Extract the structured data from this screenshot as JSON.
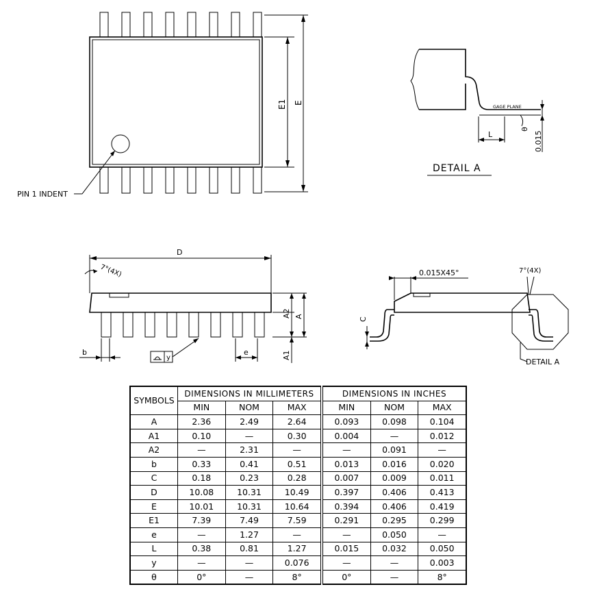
{
  "labels": {
    "pin1_indent": "PIN 1 INDENT",
    "e1": "E1",
    "e": "E",
    "detail_a": "DETAIL  A",
    "gage_plane": "GAGE PLANE",
    "l": "L",
    "theta": "θ",
    "dim_0015": "0.015",
    "d": "D",
    "angle_4x": "7°(4X)",
    "a2": "A2",
    "a": "A",
    "a1": "A1",
    "b": "b",
    "e_pitch": "e",
    "y": "y",
    "chamfer": "0.015X45°",
    "c": "C",
    "detail_a_ref": "DETAIL  A"
  },
  "table": {
    "symbols_header": "SYMBOLS",
    "mm_header": "DIMENSIONS  IN  MILLIMETERS",
    "in_header": "DIMENSIONS  IN  INCHES",
    "sub_headers": [
      "MIN",
      "NOM",
      "MAX",
      "MIN",
      "NOM",
      "MAX"
    ],
    "rows": [
      {
        "sym": "A",
        "vals": [
          "2.36",
          "2.49",
          "2.64",
          "0.093",
          "0.098",
          "0.104"
        ]
      },
      {
        "sym": "A1",
        "vals": [
          "0.10",
          "—",
          "0.30",
          "0.004",
          "—",
          "0.012"
        ]
      },
      {
        "sym": "A2",
        "vals": [
          "—",
          "2.31",
          "—",
          "—",
          "0.091",
          "—"
        ]
      },
      {
        "sym": "b",
        "vals": [
          "0.33",
          "0.41",
          "0.51",
          "0.013",
          "0.016",
          "0.020"
        ]
      },
      {
        "sym": "C",
        "vals": [
          "0.18",
          "0.23",
          "0.28",
          "0.007",
          "0.009",
          "0.011"
        ]
      },
      {
        "sym": "D",
        "vals": [
          "10.08",
          "10.31",
          "10.49",
          "0.397",
          "0.406",
          "0.413"
        ]
      },
      {
        "sym": "E",
        "vals": [
          "10.01",
          "10.31",
          "10.64",
          "0.394",
          "0.406",
          "0.419"
        ]
      },
      {
        "sym": "E1",
        "vals": [
          "7.39",
          "7.49",
          "7.59",
          "0.291",
          "0.295",
          "0.299"
        ]
      },
      {
        "sym": "e",
        "vals": [
          "—",
          "1.27",
          "—",
          "—",
          "0.050",
          "—"
        ]
      },
      {
        "sym": "L",
        "vals": [
          "0.38",
          "0.81",
          "1.27",
          "0.015",
          "0.032",
          "0.050"
        ]
      },
      {
        "sym": "y",
        "vals": [
          "—",
          "—",
          "0.076",
          "—",
          "—",
          "0.003"
        ]
      },
      {
        "sym": "θ",
        "vals": [
          "0°",
          "—",
          "8°",
          "0°",
          "—",
          "8°"
        ]
      }
    ]
  }
}
